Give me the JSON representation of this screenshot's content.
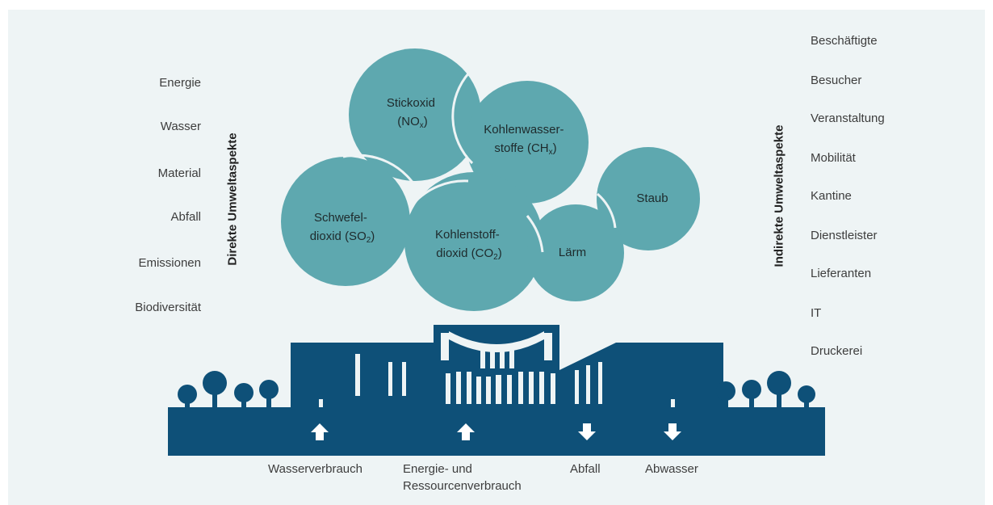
{
  "colors": {
    "background": "#eef4f5",
    "bubble": "#5ea8af",
    "building": "#0e5078",
    "text": "#3d3d3d"
  },
  "direct_aspects": {
    "heading": "Direkte Umweltaspekte",
    "items": [
      "Energie",
      "Wasser",
      "Material",
      "Abfall",
      "Emissionen",
      "Biodiversität"
    ]
  },
  "indirect_aspects": {
    "heading": "Indirekte Umweltaspekte",
    "items": [
      "Beschäftigte",
      "Besucher",
      "Veranstaltung",
      "Mobilität",
      "Kantine",
      "Dienstleister",
      "Lieferanten",
      "IT",
      "Druckerei"
    ]
  },
  "emissions": [
    {
      "id": "stickoxid",
      "line1": "Stickoxid",
      "line2_pre": "(NO",
      "line2_sub": "x",
      "line2_post": ")"
    },
    {
      "id": "kohlenwasserstoffe",
      "line1": "Kohlenwasser-",
      "line2_pre": "stoffe (CH",
      "line2_sub": "x",
      "line2_post": ")"
    },
    {
      "id": "schwefeldioxid",
      "line1": "Schwefel-",
      "line2_pre": "dioxid (SO",
      "line2_sub": "2",
      "line2_post": ")"
    },
    {
      "id": "kohlenstoffdioxid",
      "line1": "Kohlenstoff-",
      "line2_pre": "dioxid (CO",
      "line2_sub": "2",
      "line2_post": ")"
    },
    {
      "id": "laerm",
      "line1": "Lärm"
    },
    {
      "id": "staub",
      "line1": "Staub"
    }
  ],
  "flows": [
    {
      "label": "Wasserverbrauch",
      "direction": "in"
    },
    {
      "label_line1": "Energie- und",
      "label_line2": "Ressourcenverbrauch",
      "direction": "in"
    },
    {
      "label": "Abfall",
      "direction": "out"
    },
    {
      "label": "Abwasser",
      "direction": "out"
    }
  ]
}
